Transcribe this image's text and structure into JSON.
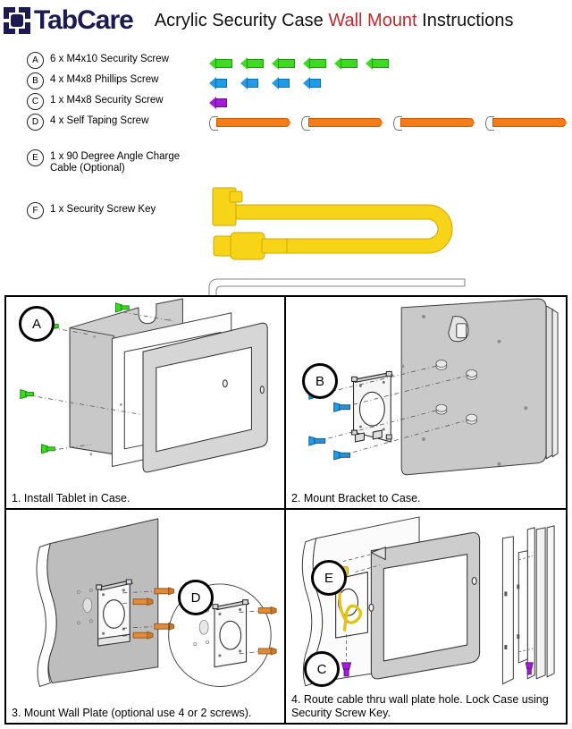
{
  "header": {
    "logo_text": "TabCare",
    "logo_icon": "bracket-square-icon",
    "title_part1": "Acrylic Security Case ",
    "title_highlight": "Wall Mount",
    "title_part2": " Instructions",
    "highlight_color": "#c0282d",
    "logo_color": "#1b1b52"
  },
  "parts": [
    {
      "key": "A",
      "label": "6 x M4x10 Security Screw",
      "qty": 6,
      "color": "#3ddb1f",
      "type": "security-screw"
    },
    {
      "key": "B",
      "label": "4 x M4x8 Phillips Screw",
      "qty": 4,
      "color": "#1f9be8",
      "type": "phillips-screw"
    },
    {
      "key": "C",
      "label": "1 x M4x8 Security Screw",
      "qty": 1,
      "color": "#a01ed6",
      "type": "security-screw"
    },
    {
      "key": "D",
      "label": "4 x Self Taping Screw",
      "qty": 4,
      "color": "#f57c18",
      "type": "self-taping-screw"
    },
    {
      "key": "E",
      "label": "1 x 90 Degree Angle Charge Cable (Optional)",
      "qty": 1,
      "color": "#f5d312",
      "type": "charge-cable"
    },
    {
      "key": "F",
      "label": "1 x Security Screw Key",
      "qty": 1,
      "color": "#ffffff",
      "type": "allen-key"
    }
  ],
  "steps": [
    {
      "bubble": "A",
      "caption": "1. Install Tablet in Case."
    },
    {
      "bubble": "B",
      "caption": "2. Mount Bracket to Case."
    },
    {
      "bubble": "D",
      "caption": "3. Mount Wall Plate (optional use 4 or 2 screws)."
    },
    {
      "bubble": "E",
      "bubble2": "C",
      "caption": "4. Route cable thru wall plate hole. Lock Case using Security Screw Key."
    }
  ]
}
